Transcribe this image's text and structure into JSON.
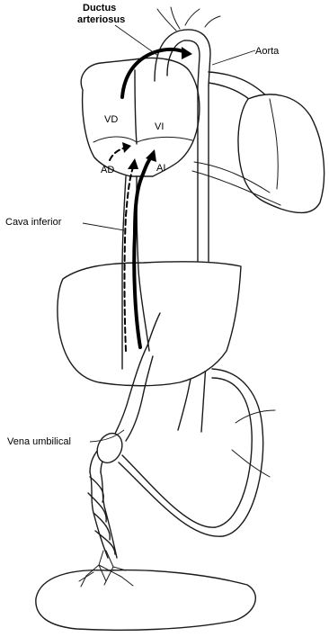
{
  "labels": {
    "ductus_line1": "Ductus",
    "ductus_line2": "arteriosus",
    "aorta": "Aorta",
    "vd": "VD",
    "vi": "VI",
    "ad": "AD",
    "ai": "AI",
    "cava_inferior": "Cava inferior",
    "vena_umbilical": "Vena umbilical"
  }
}
